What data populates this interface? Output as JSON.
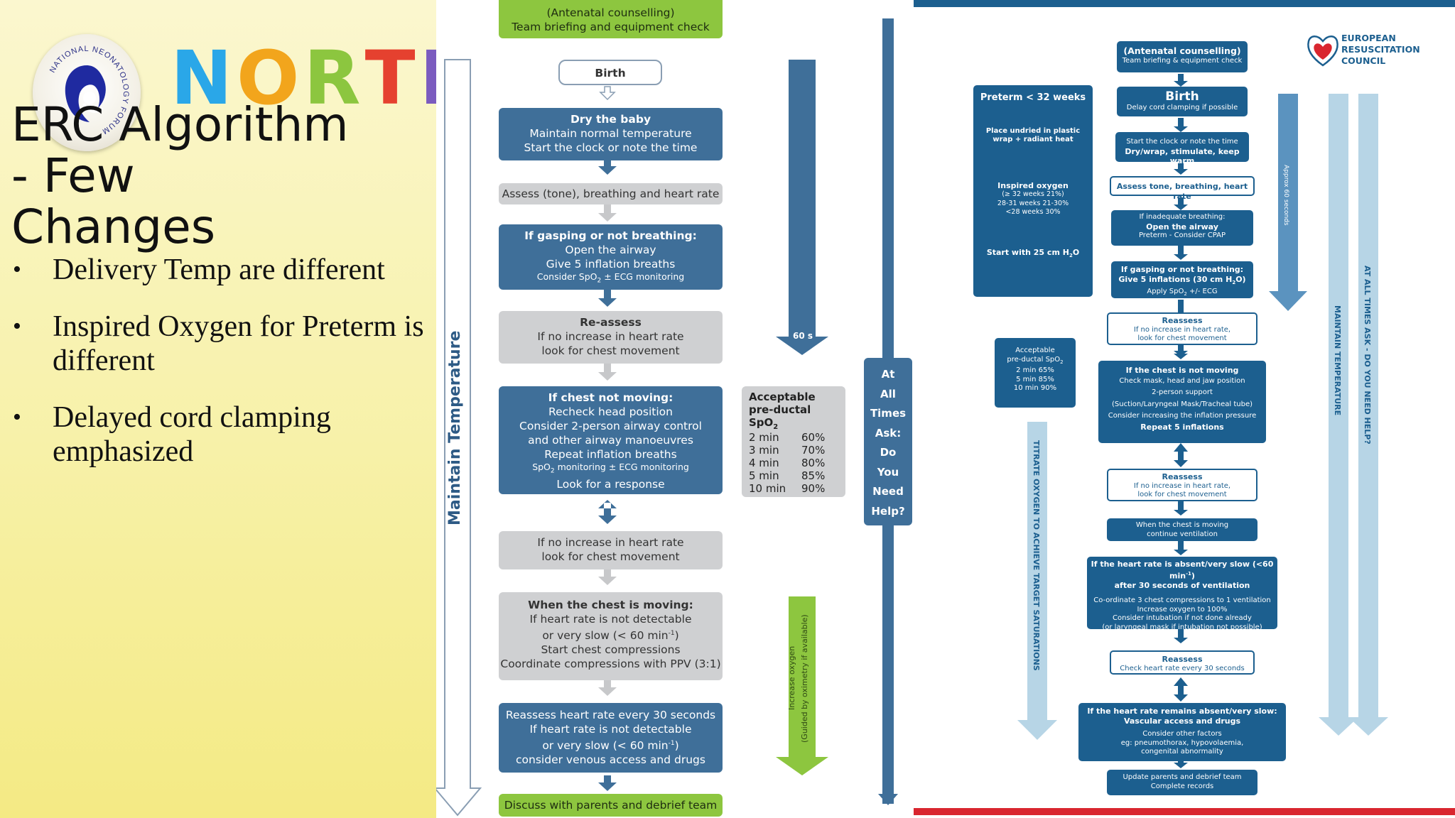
{
  "slide": {
    "brand": "NORTH Z",
    "brand_colors": [
      "#2aa7e8",
      "#f2a51c",
      "#8cc63f",
      "#e5412f",
      "#7b5bbf",
      "#29a8e0",
      "#1b7fd0"
    ],
    "logo_text": "NATIONAL NEONATOLOGY FORUM",
    "title": "ERC Algorithm\n-  Few\nChanges",
    "bullets": [
      "Delivery Temp are different",
      "Inspired Oxygen for Preterm is different",
      "Delayed cord clamping emphasized"
    ]
  },
  "middle": {
    "top_box": [
      "(Antenatal counselling)",
      "Team briefing and equipment check"
    ],
    "birth": "Birth",
    "dry": [
      "Dry the baby",
      "Maintain normal temperature",
      "Start the clock or note the time"
    ],
    "assess": "Assess (tone), breathing and heart rate",
    "gasping": [
      "If gasping or not breathing:",
      "Open the airway",
      "Give 5 inflation breaths",
      "Consider SpO",
      "2",
      " ± ECG monitoring"
    ],
    "reassess": [
      "Re-assess",
      "If no increase in heart rate",
      "look for chest movement"
    ],
    "chest_not_moving": [
      "If chest not moving:",
      "Recheck head position",
      "Consider 2-person airway control",
      "and other airway manoeuvres",
      "Repeat inflation breaths",
      "SpO",
      "2",
      " monitoring ± ECG monitoring",
      "Look for a response"
    ],
    "no_increase": [
      "If no increase in heart rate",
      "look for chest movement"
    ],
    "chest_moving": [
      "When the chest is moving:",
      "If heart rate is not detectable",
      "or very slow (< 60 min",
      "-1",
      ")",
      "Start chest compressions",
      "Coordinate compressions with PPV (3:1)"
    ],
    "reassess30": [
      "Reassess heart rate every 30 seconds",
      "If heart rate is not detectable",
      "or very slow (< 60 min",
      "-1",
      ")",
      "consider venous access and drugs"
    ],
    "discuss": "Discuss with parents and debrief team",
    "maintain_temp": "Maintain Temperature",
    "sixty_s": "60 s",
    "increase_oxygen": "Increase oxygen",
    "guided": "(Guided by oximetry if available)",
    "at_all_times": [
      "At",
      "All",
      "Times",
      "Ask:",
      "Do",
      "You",
      "Need",
      "Help?"
    ],
    "spo2_table": {
      "title1": "Acceptable",
      "title2": "pre-ductal SpO",
      "title2_sub": "2",
      "rows": [
        [
          "2 min",
          "60%"
        ],
        [
          "3 min",
          "70%"
        ],
        [
          "4 min",
          "80%"
        ],
        [
          "5 min",
          "85%"
        ],
        [
          "10 min",
          "90%"
        ]
      ]
    }
  },
  "erc": {
    "logo_lines": [
      "EUROPEAN",
      "RESUSCITATION",
      "COUNCIL"
    ],
    "antenatal": [
      "(Antenatal counselling)",
      "Team briefing & equipment check"
    ],
    "birth": [
      "Birth",
      "Delay cord clamping if possible"
    ],
    "preterm": {
      "title": "Preterm < 32 weeks",
      "wrap": [
        "Place undried in plastic",
        "wrap + radiant heat"
      ],
      "inspired_title": "Inspired oxygen",
      "inspired_rows": [
        "(≥ 32 weeks  21%)",
        "28-31 weeks  21-30%",
        "<28 weeks   30%"
      ],
      "start": "Start with 25 cm H",
      "start_sub": "2",
      "start_end": "O"
    },
    "start_clock": [
      "Start the clock or note the time",
      "Dry/wrap, stimulate, keep warm"
    ],
    "assess": "Assess tone, breathing, heart rate",
    "inadequate": [
      "If inadequate breathing:",
      "Open the airway",
      "Preterm - Consider  CPAP"
    ],
    "gasping": [
      "If gasping or not breathing:",
      "Give 5 inflations (30 cm H",
      "2",
      "O)",
      "Apply SpO",
      "2",
      " +/- ECG"
    ],
    "reassess1": [
      "Reassess",
      "If no increase in heart rate,",
      "look for chest movement"
    ],
    "acceptable": [
      "Acceptable",
      "pre-ductal SpO",
      "2",
      "2 min  65%",
      "5 min  85%",
      "10 min  90%"
    ],
    "not_moving": [
      "If the chest is not moving",
      "Check mask, head and jaw position",
      "2-person support",
      "(Suction/Laryngeal Mask/Tracheal tube)",
      "Consider increasing the inflation pressure",
      "Repeat 5 inflations"
    ],
    "reassess2": [
      "Reassess",
      "If no increase in heart rate,",
      "look for chest movement"
    ],
    "moving": [
      "When the chest is moving",
      "continue ventilation"
    ],
    "absent": [
      "If the heart rate is absent/very slow (<60 min",
      "-1",
      ")",
      "after 30 seconds of ventilation",
      "Co-ordinate 3 chest compressions to 1 ventilation",
      "Increase oxygen to 100%",
      "Consider intubation if not done already",
      "(or laryngeal mask if intubation not possible)"
    ],
    "reassess3": [
      "Reassess",
      "Check heart rate every 30 seconds"
    ],
    "remains": [
      "If the heart rate remains absent/very slow:",
      "Vascular access and drugs",
      "Consider other factors",
      "eg: pneumothorax, hypovolaemia,",
      "congenital abnormality"
    ],
    "update": [
      "Update parents and debrief team",
      "Complete records"
    ],
    "approx": "Approx 60 seconds",
    "titrate": "TITRATE OXYGEN TO ACHIEVE TARGET SATURATIONS",
    "maintain": "MAINTAIN  TEMPERATURE",
    "ask": "AT ALL TIMES ASK - DO YOU NEED HELP?"
  }
}
